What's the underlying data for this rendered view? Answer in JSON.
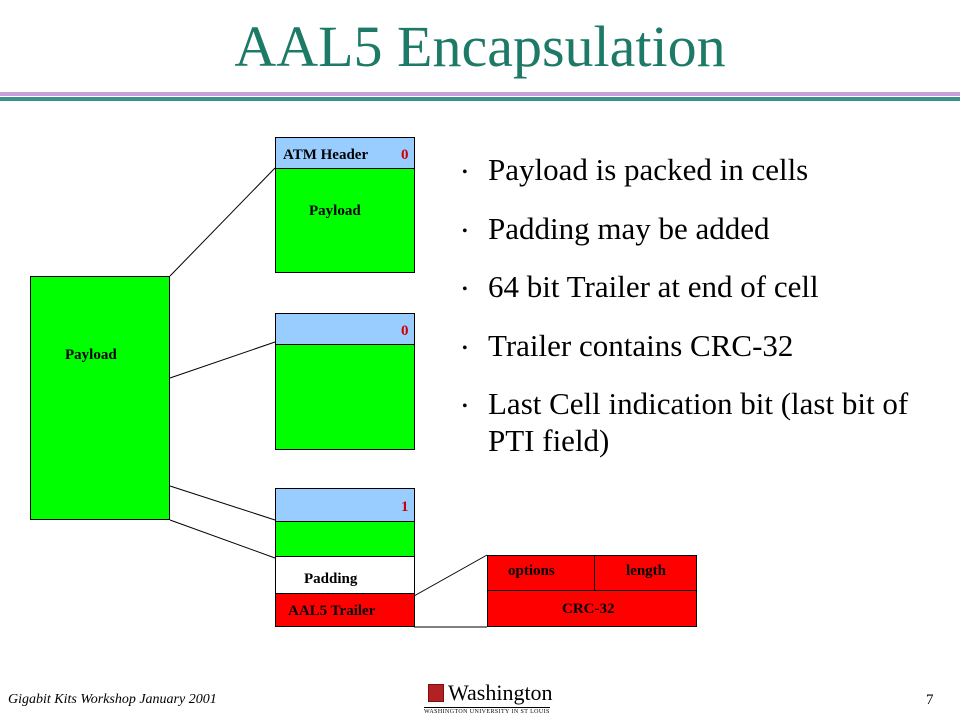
{
  "title": "AAL5 Encapsulation",
  "diagram": {
    "source_payload_label": "Payload",
    "cell1": {
      "header_label": "ATM Header",
      "pti_bit": "0",
      "payload_label": "Payload"
    },
    "cell2": {
      "pti_bit": "0"
    },
    "cell3": {
      "pti_bit": "1",
      "padding_label": "Padding",
      "trailer_label": "AAL5 Trailer"
    },
    "trailer_detail": {
      "options_label": "options",
      "length_label": "length",
      "crc_label": "CRC-32"
    }
  },
  "bullets": [
    "Payload is packed in cells",
    "Padding may be added",
    "64 bit Trailer at end of cell",
    "Trailer contains CRC-32",
    "Last Cell indication bit (last bit of PTI field)"
  ],
  "footer": {
    "event": "Gigabit Kits Workshop January 2001",
    "page_number": "7",
    "logo_name": "Washington",
    "logo_sub": "WASHINGTON UNIVERSITY IN ST LOUIS"
  },
  "colors": {
    "title": "#1d7a66",
    "payload": "#00ff00",
    "header": "#99ccff",
    "trailer": "#ff0000"
  }
}
